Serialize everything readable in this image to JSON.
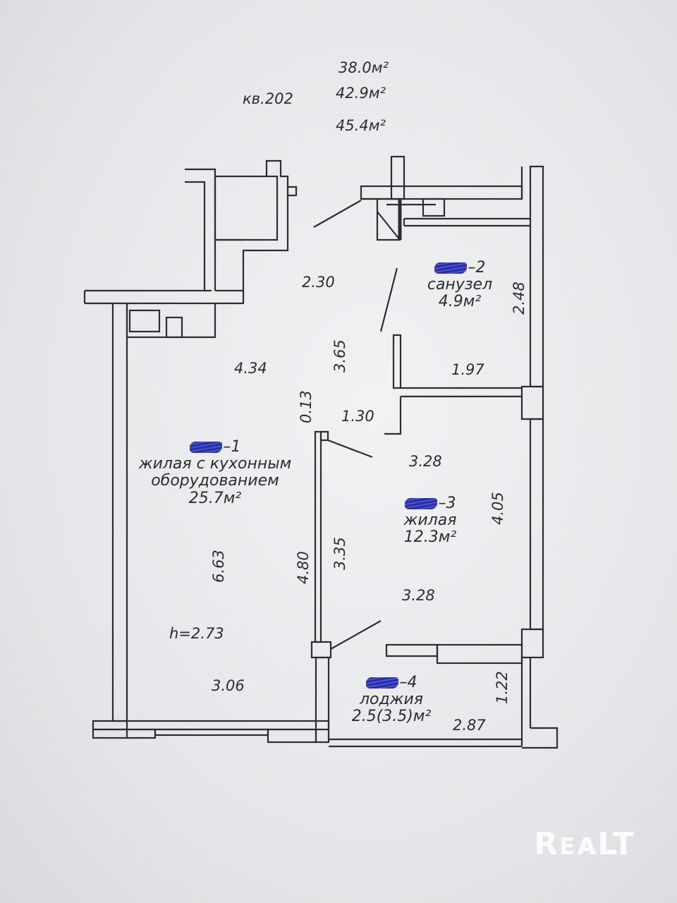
{
  "header": {
    "apartment": "кв.202",
    "areas": [
      "38.0м²",
      "42.9м²",
      "45.4м²"
    ]
  },
  "rooms": [
    {
      "id": "1",
      "lines": [
        "жилая с кухонным",
        "оборудованием",
        "25.7м²"
      ]
    },
    {
      "id": "2",
      "lines": [
        "санузел",
        "4.9м²"
      ]
    },
    {
      "id": "3",
      "lines": [
        "жилая",
        "12.3м²"
      ]
    },
    {
      "id": "4",
      "lines": [
        "лоджия",
        "2.5(3.5)м²"
      ]
    }
  ],
  "dimensions": {
    "d_230": "2.30",
    "d_434": "4.34",
    "d_365": "3.65",
    "d_013": "0.13",
    "d_130": "1.30",
    "d_248": "2.48",
    "d_197": "1.97",
    "d_328a": "3.28",
    "d_405": "4.05",
    "d_335": "3.35",
    "d_480": "4.80",
    "d_663": "6.63",
    "d_328b": "3.28",
    "d_h": "h=2.73",
    "d_306": "3.06",
    "d_122": "1.22",
    "d_287": "2.87"
  },
  "watermark": "RᴇᴀLT",
  "colors": {
    "ink": "#2b2d33",
    "marker": "#3a3fc0"
  }
}
